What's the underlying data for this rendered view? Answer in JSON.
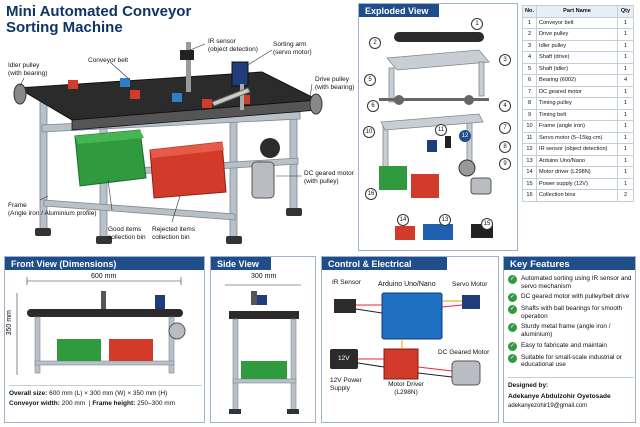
{
  "title": "Mini Automated Conveyor Sorting Machine",
  "main_labels": {
    "ir_sensor": "IR sensor",
    "ir_sensor_sub": "(object detection)",
    "sorting_arm": "Sorting arm",
    "sorting_arm_sub": "(servo motor)",
    "conveyor_belt": "Conveyor belt",
    "idler_pulley": "Idler pulley",
    "idler_pulley_sub": "(with bearing)",
    "drive_pulley": "Drive pulley",
    "drive_pulley_sub": "(with bearing)",
    "dc_motor": "DC geared motor",
    "dc_motor_sub": "(with pulley)",
    "frame": "Frame",
    "frame_sub": "(Angle iron / Aluminium profile)",
    "good_items": "Good items",
    "good_items_sub": "collection bin",
    "rejected_items": "Rejected items",
    "rejected_items_sub": "collection bin"
  },
  "exploded_view": {
    "title": "Exploded View",
    "callouts": [
      "1",
      "2",
      "3",
      "4",
      "5",
      "6",
      "7",
      "8",
      "9",
      "10",
      "11",
      "12",
      "13",
      "14",
      "15",
      "16"
    ]
  },
  "parts_table": {
    "headers": [
      "No.",
      "Part Name",
      "Qty"
    ],
    "rows": [
      [
        "1",
        "Conveyor belt",
        "1"
      ],
      [
        "2",
        "Drive pulley",
        "1"
      ],
      [
        "3",
        "Idler pulley",
        "1"
      ],
      [
        "4",
        "Shaft (drive)",
        "1"
      ],
      [
        "5",
        "Shaft (idler)",
        "1"
      ],
      [
        "6",
        "Bearing (6002)",
        "4"
      ],
      [
        "7",
        "DC geared motor",
        "1"
      ],
      [
        "8",
        "Timing pulley",
        "1"
      ],
      [
        "9",
        "Timing belt",
        "1"
      ],
      [
        "10",
        "Frame (angle iron)",
        "1"
      ],
      [
        "11",
        "Servo motor (5–15kg·cm)",
        "1"
      ],
      [
        "12",
        "IR sensor (object detection)",
        "1"
      ],
      [
        "13",
        "Arduino Uno/Nano",
        "1"
      ],
      [
        "14",
        "Motor driver (L298N)",
        "1"
      ],
      [
        "15",
        "Power supply (12V)",
        "1"
      ],
      [
        "16",
        "Collection bins",
        "2"
      ]
    ]
  },
  "front_view": {
    "title": "Front View (Dimensions)",
    "width_dim": "600 mm",
    "height_dim": "350 mm",
    "overall_size_label": "Overall size:",
    "overall_size": "600 mm (L) × 300 mm (W) × 350 mm (H)",
    "conveyor_width_label": "Conveyor width:",
    "conveyor_width": "200 mm",
    "frame_height_label": "Frame height:",
    "frame_height": "250–300 mm"
  },
  "side_view": {
    "title": "Side View",
    "width_dim": "300 mm"
  },
  "control_diagram": {
    "title": "Control & Electrical Diagram",
    "ir_sensor": "IR Sensor",
    "arduino": "Arduino Uno/Nano",
    "servo": "Servo Motor",
    "power_box": "12V",
    "power_label": "12V Power Supply",
    "driver_label": "Motor Driver (L298N)",
    "dc_motor": "DC Geared Motor"
  },
  "key_features": {
    "title": "Key Features",
    "items": [
      "Automated sorting using IR sensor and servo mechanism",
      "DC geared motor with pulley/belt drive",
      "Shafts with ball bearings for smooth operation",
      "Sturdy metal frame (angle iron / aluminium)",
      "Easy to fabricate and maintain",
      "Suitable for small-scale industrial or educational use"
    ]
  },
  "designer": {
    "label": "Designed by:",
    "name": "Adekanye Abdulzohir Oyetosade",
    "email": "adekanyezohir19@gmail.com"
  },
  "colors": {
    "navy": "#1f4e8a",
    "green_bin": "#2f9a3e",
    "red_bin": "#d23a2a",
    "belt": "#2b2b2b",
    "frame": "#b8c0c8"
  }
}
